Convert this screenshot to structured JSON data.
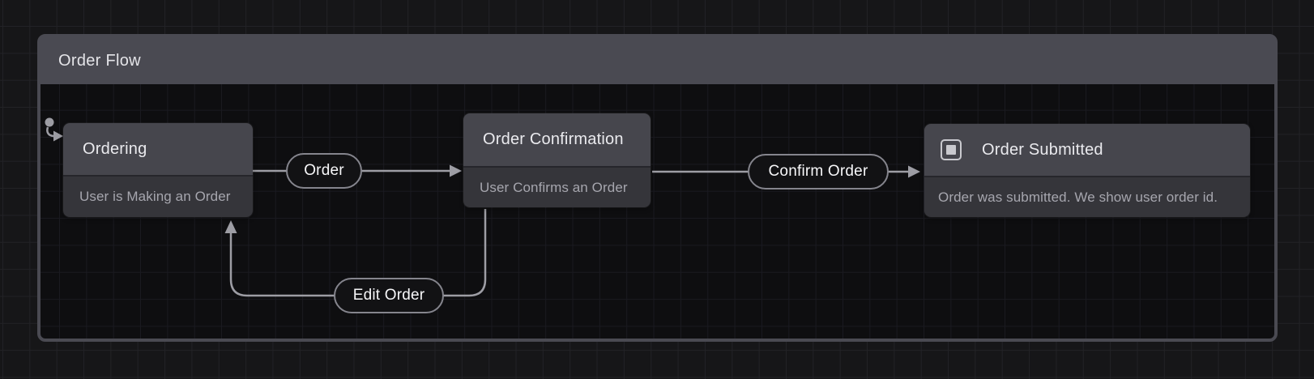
{
  "machine": {
    "title": "Order Flow"
  },
  "states": [
    {
      "title": "Ordering",
      "description": "User is Making an Order",
      "marker": "initial-state-icon"
    },
    {
      "title": "Order Confirmation",
      "description": "User Confirms an Order",
      "marker": "none"
    },
    {
      "title": "Order Submitted",
      "description": "Order was submitted. We show user order id.",
      "marker": "final-state-icon"
    }
  ],
  "transitions": [
    {
      "label": "Order",
      "from": "Ordering",
      "to": "Order Confirmation"
    },
    {
      "label": "Confirm Order",
      "from": "Order Confirmation",
      "to": "Order Submitted"
    },
    {
      "label": "Edit Order",
      "from": "Order Confirmation",
      "to": "Ordering"
    }
  ],
  "icons": {
    "initial_state": "dot-with-curved-arrow",
    "final_state": "square-in-square"
  },
  "colors": {
    "bg": "#161618",
    "grid": "#222226",
    "frame": "#4a4a52",
    "frame_fill": "#0e0e10",
    "inner_grid": "#1a1a20",
    "node_header": "#46464d",
    "node_body": "#35353a",
    "node_divider": "#26262b",
    "title_text": "#eaeaee",
    "desc_text": "#a6a6ae",
    "header_text": "#e4e4e8",
    "pill_bg": "#121214",
    "pill_border": "#85858d",
    "pill_text": "#f7f7f9",
    "edge": "#9d9da4",
    "icon": "#c9c9ce"
  }
}
